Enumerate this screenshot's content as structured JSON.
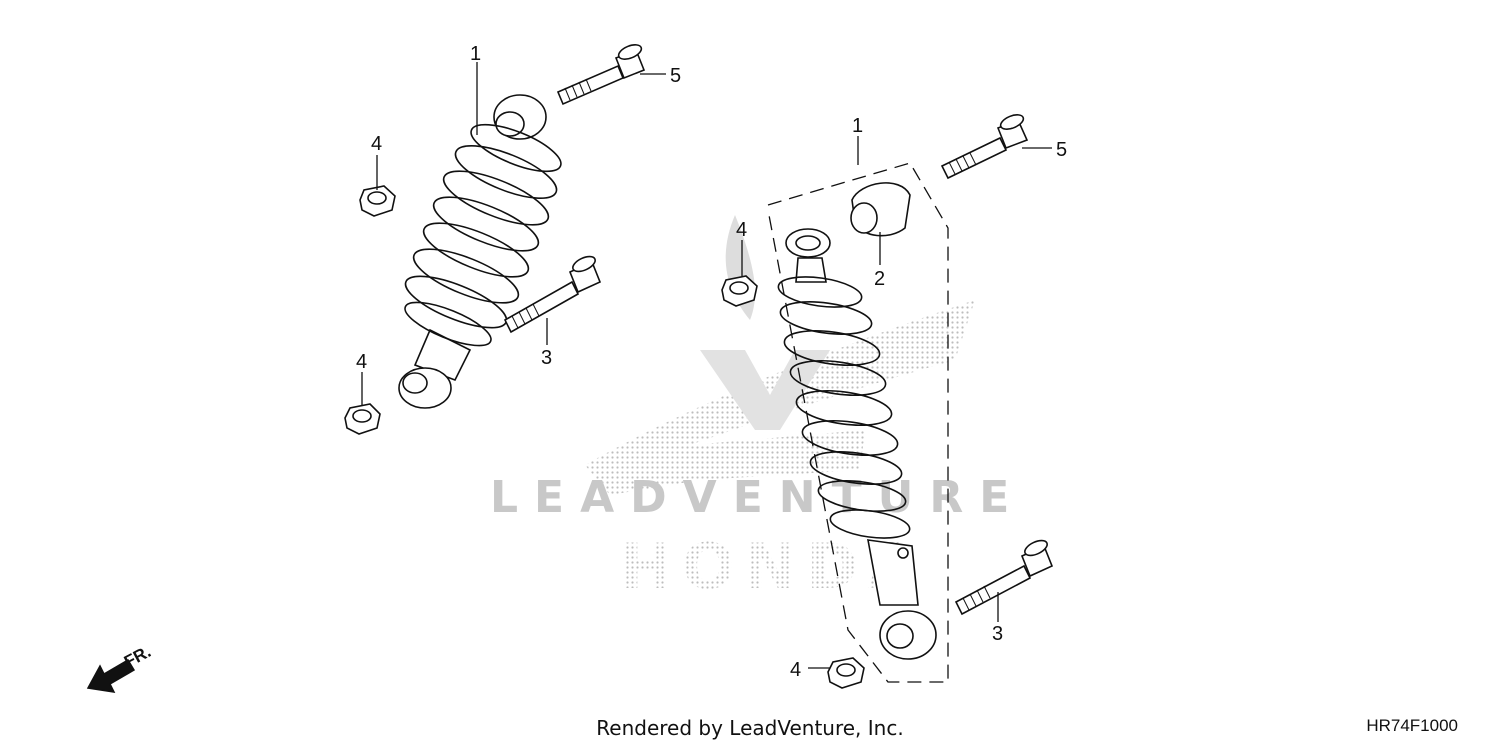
{
  "watermark": {
    "text": "LEADVENTURE",
    "brand": "HONDA"
  },
  "callouts": {
    "left_shock": "1",
    "left_bolt_top": "5",
    "left_nut_top": "4",
    "left_bolt_bottom": "3",
    "left_nut_bottom": "4",
    "right_shock": "1",
    "right_bolt_top": "5",
    "right_nut_top": "4",
    "right_bushing": "2",
    "right_bolt_bottom": "3",
    "right_nut_bottom": "4"
  },
  "direction": {
    "label": "FR."
  },
  "footer": {
    "credit": "Rendered by LeadVenture, Inc.",
    "diagram_code": "HR74F1000"
  },
  "colors": {
    "line": "#111111",
    "watermark": "#c8c8c8"
  }
}
